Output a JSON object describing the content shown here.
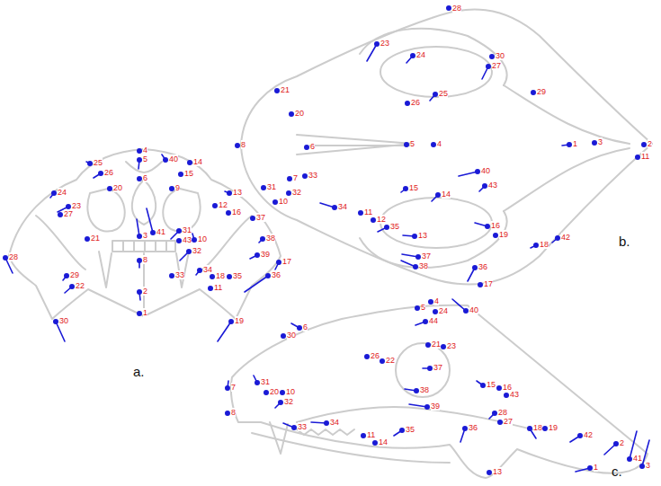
{
  "diagram": {
    "labels": [
      "4",
      "5",
      "40",
      "14",
      "15",
      "25",
      "26",
      "6",
      "20",
      "9",
      "24",
      "23",
      "27",
      "13",
      "12",
      "16",
      "37",
      "3",
      "41",
      "31",
      "43",
      "10",
      "21",
      "32",
      "38",
      "8",
      "39",
      "17",
      "28",
      "29",
      "22",
      "33",
      "34",
      "18",
      "35",
      "11",
      "36",
      "2",
      "1",
      "30",
      "19",
      "a.",
      "28",
      "23",
      "24",
      "30",
      "27",
      "29",
      "21",
      "25",
      "26",
      "20",
      "8",
      "6",
      "5",
      "4",
      "1",
      "3",
      "2",
      "11",
      "33",
      "7",
      "31",
      "32",
      "10",
      "34",
      "40",
      "43",
      "15",
      "14",
      "11",
      "12",
      "35",
      "16",
      "19",
      "18",
      "42",
      "13",
      "37",
      "38",
      "36",
      "17",
      "b.",
      "5",
      "4",
      "24",
      "44",
      "40",
      "41",
      "3",
      "6",
      "30",
      "26",
      "22",
      "21",
      "23",
      "37",
      "15",
      "16",
      "38",
      "43",
      "7",
      "31",
      "20",
      "10",
      "32",
      "8",
      "39",
      "28",
      "27",
      "36",
      "18",
      "19",
      "42",
      "33",
      "34",
      "35",
      "11",
      "14",
      "2",
      "1",
      "13",
      "c."
    ]
  }
}
